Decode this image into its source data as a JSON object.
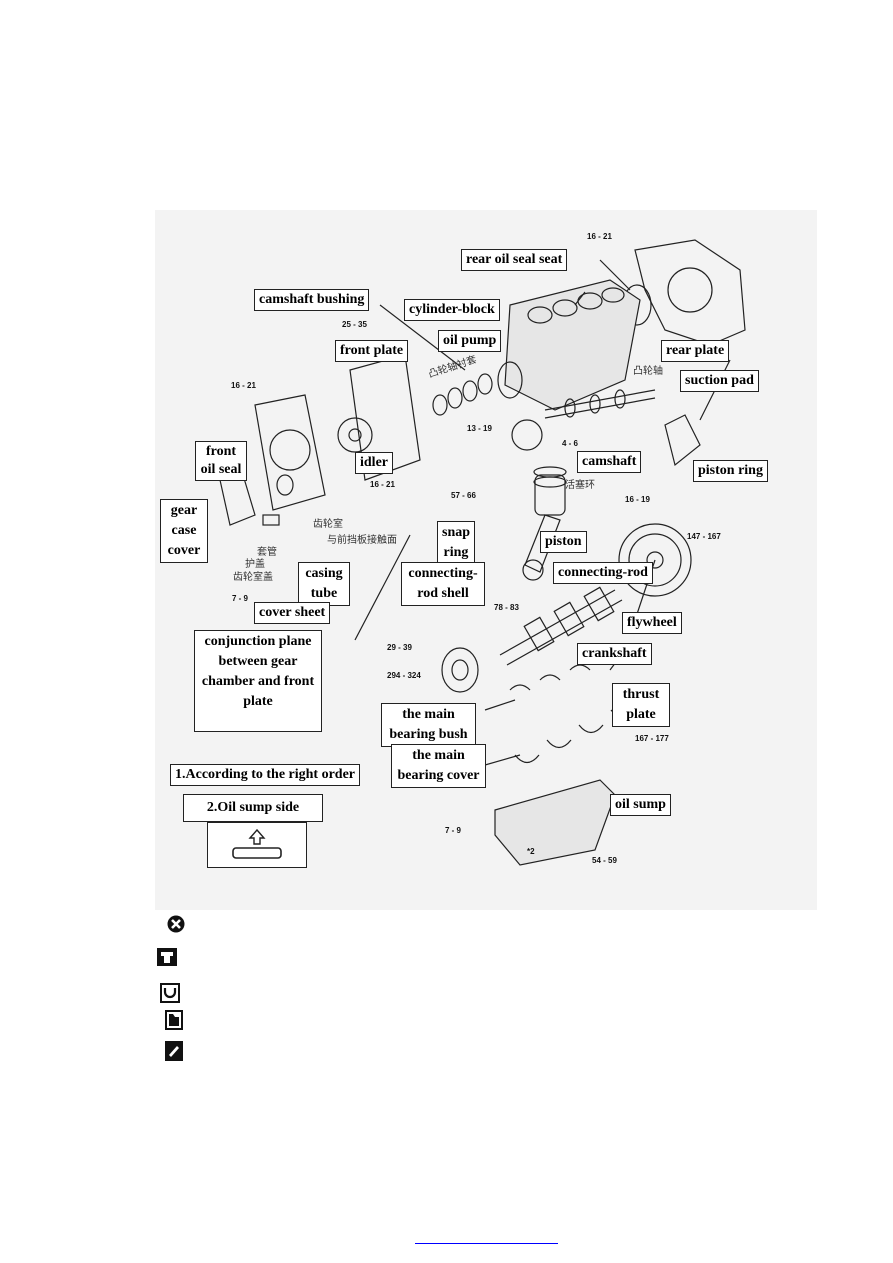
{
  "labels": {
    "rear_oil_seal_seat": "rear oil seal seat",
    "camshaft_bushing": "camshaft bushing",
    "cylinder_block": "cylinder-block",
    "oil_pump": "oil pump",
    "front_plate": "front plate",
    "rear_plate": "rear plate",
    "suction_pad": "suction pad",
    "front_oil_seal_1": "front",
    "front_oil_seal_2": "oil seal",
    "idler": "idler",
    "camshaft": "camshaft",
    "piston_ring": "piston ring",
    "gear_case_cover_1": "gear",
    "gear_case_cover_2": "case",
    "gear_case_cover_3": "cover",
    "snap_ring_1": "snap",
    "snap_ring_2": "ring",
    "piston": "piston",
    "casing_tube_1": "casing",
    "casing_tube_2": "tube",
    "connecting_rod_shell_1": "connecting-",
    "connecting_rod_shell_2": "rod shell",
    "connecting_rod": "connecting-rod",
    "cover_sheet": "cover sheet",
    "flywheel": "flywheel",
    "conjunction_plane_1": "conjunction plane",
    "conjunction_plane_2": "between gear",
    "conjunction_plane_3": "chamber and front",
    "conjunction_plane_4": "plate",
    "crankshaft": "crankshaft",
    "thrust_plate_1": "thrust",
    "thrust_plate_2": "plate",
    "main_bearing_bush_1": "the main",
    "main_bearing_bush_2": "bearing bush",
    "main_bearing_cover_1": "the main",
    "main_bearing_cover_2": "bearing cover",
    "order_note": "1.According to the right order",
    "oil_sump_side": "2.Oil sump side",
    "oil_sump": "oil sump"
  },
  "torques": {
    "t1": "16 - 21",
    "t2": "25 - 35",
    "t3": "16 - 21",
    "t4": "13 - 19",
    "t5": "4 - 6",
    "t6": "16 - 21",
    "t7": "57 - 66",
    "t8": "16 - 19",
    "t9": "147 - 167",
    "t10": "7 - 9",
    "t11": "78 - 83",
    "t12": "29 - 39",
    "t13": "294 - 324",
    "t14": "167 - 177",
    "t15": "7 - 9",
    "t16": "54 - 59",
    "gasket_count": "*2"
  },
  "chinese": {
    "camshaft_bushing_cn": "凸轮轴衬套",
    "camshaft_cn": "凸轮轴",
    "piston_ring_cn": "活塞环",
    "gear_chamber_cn": "齿轮室",
    "conjunction_cn": "与前挡板接触面",
    "tube_cn": "套管",
    "cover_cn": "护盖",
    "gear_cover_cn": "齿轮室盖"
  },
  "legend_icons": [
    "replace-part-icon",
    "torque-lock-icon",
    "torque-icon",
    "oil-icon",
    "sealant-icon"
  ],
  "colors": {
    "ink": "#111111",
    "paper": "#f3f3f3",
    "link": "#0000ff"
  }
}
